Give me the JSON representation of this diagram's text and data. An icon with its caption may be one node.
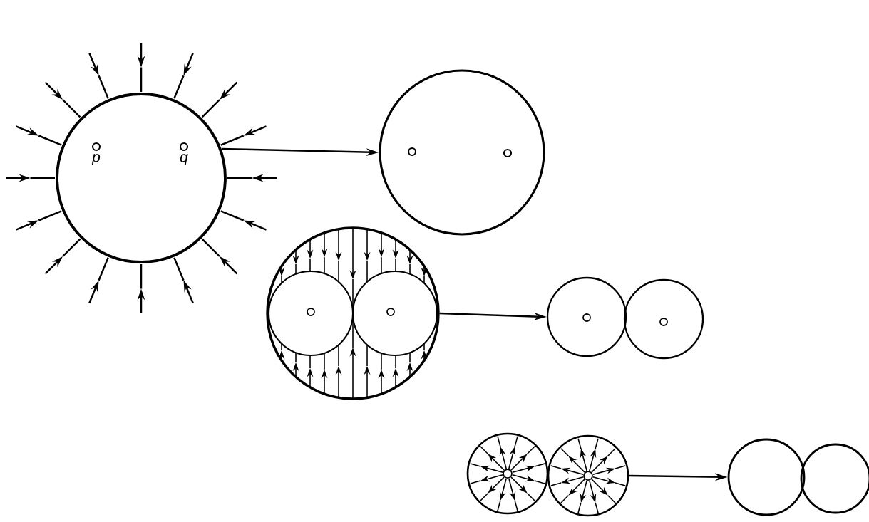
{
  "diagram": {
    "nodes": [
      {
        "text": [],
        "shape": "circle"
      },
      {
        "text": [],
        "shape": "circle",
        "in": 0,
        "beside": [
          "p"
        ]
      },
      {
        "text": [],
        "shape": "circle",
        "in": 0,
        "beside": [
          "q"
        ]
      },
      {
        "text": [],
        "shape": "circle"
      },
      {
        "text": [],
        "shape": "circle",
        "in": 3
      },
      {
        "text": [],
        "shape": "circle",
        "in": 3
      },
      {
        "text": [],
        "shape": "circle"
      },
      {
        "text": [],
        "shape": "circle",
        "in": 6
      },
      {
        "text": [],
        "shape": "circle",
        "in": 6
      },
      {
        "text": [],
        "shape": "circle",
        "in": 7
      },
      {
        "text": [],
        "shape": "circle",
        "in": 8
      },
      {
        "text": [],
        "shape": "circle"
      },
      {
        "text": [],
        "shape": "circle"
      },
      {
        "text": [],
        "shape": "circle",
        "in": 11
      },
      {
        "text": [],
        "shape": "circle",
        "in": 12
      },
      {
        "text": [],
        "shape": "circle"
      },
      {
        "text": [],
        "shape": "circle",
        "in": 15
      },
      {
        "text": [],
        "shape": "circle"
      },
      {
        "text": [],
        "shape": "circle",
        "in": 17
      },
      {
        "text": [],
        "shape": "circle"
      },
      {
        "text": [],
        "shape": "circle"
      }
    ],
    "edges": [
      {
        "from": 0,
        "to": 3,
        "arrow": "to"
      },
      {
        "from": 6,
        "to": 11,
        "arrow": "to"
      },
      {
        "from": 17,
        "to": 19,
        "arrow": "to"
      }
    ]
  }
}
